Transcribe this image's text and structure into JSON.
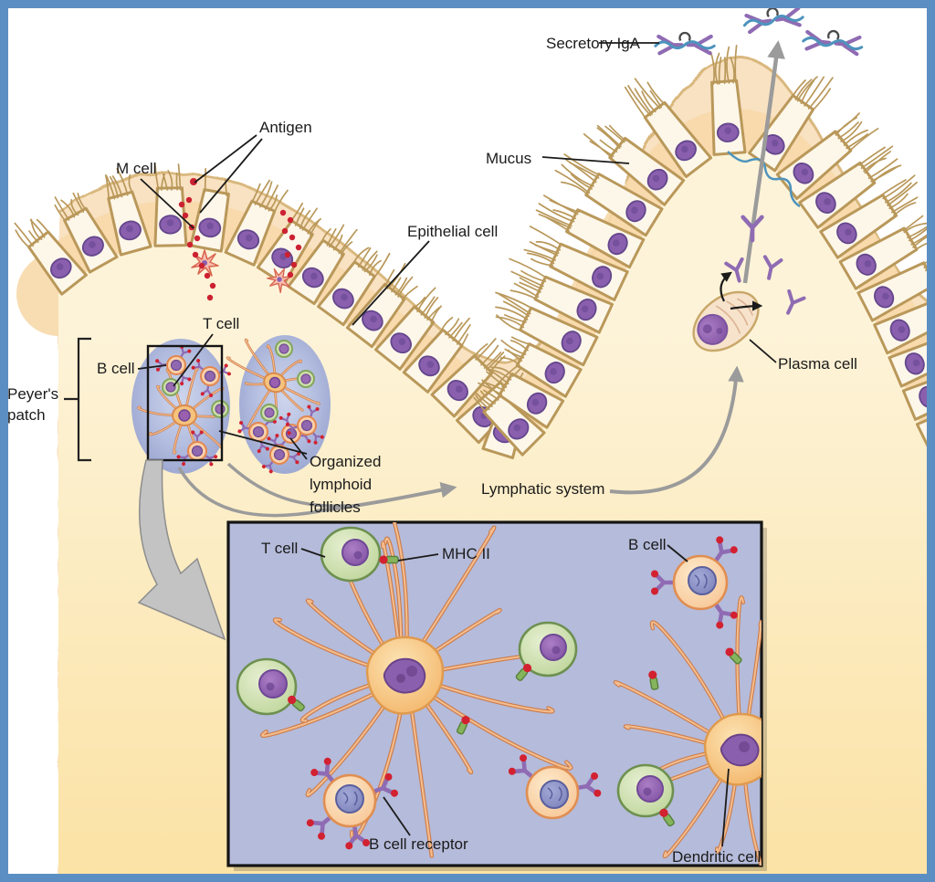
{
  "figure": {
    "type": "mucosa-associated-lymphoid-tissue-diagram",
    "labels": {
      "secretory_iga": "Secretory IgA",
      "antigen": "Antigen",
      "m_cell": "M cell",
      "mucus": "Mucus",
      "epithelial_cell": "Epithelial cell",
      "t_cell": "T cell",
      "b_cell": "B cell",
      "peyers": [
        "Peyer's",
        "patch"
      ],
      "organized": [
        "Organized",
        "lymphoid",
        "follicles"
      ],
      "lymphatic_system": "Lymphatic system",
      "plasma_cell": "Plasma cell"
    },
    "inset": {
      "t_cell": "T cell",
      "mhc_ii": "MHC II",
      "b_cell": "B cell",
      "b_cell_receptor": "B cell receptor",
      "dendritic_cell": "Dendritic cell"
    }
  },
  "colors": {
    "frame_blue": "#5b8fc4",
    "background_white": "#ffffff",
    "mucus_band": "#f9e2c2",
    "mucus_inner": "#f7d9ab",
    "mucus_line": "#d9b87e",
    "lamina_top": "#fdf3d8",
    "lamina_bottom": "#fbe2a4",
    "epithelial_cell_fill": "#fdf7ea",
    "epithelial_cell_stroke": "#b9985a",
    "nucleus_purple": "#8a5fae",
    "nucleus_dark": "#64468c",
    "follicle_blue": "#a9b4db",
    "inset_background": "#b5bbda",
    "antibody_purple": "#8f6bb3",
    "receptor_tip_red": "#d22130",
    "antigen_red": "#cc2130",
    "t_cell_green": "#cfe0ad",
    "b_cell_orange": "#f8c795",
    "dendritic_orange": "#f3b266",
    "dendrite_stroke": "#cb7c4b",
    "arrow_gray": "#9b9b9b",
    "secretory_component_blue": "#4d93bd",
    "label_text": "#1b1b1b"
  }
}
